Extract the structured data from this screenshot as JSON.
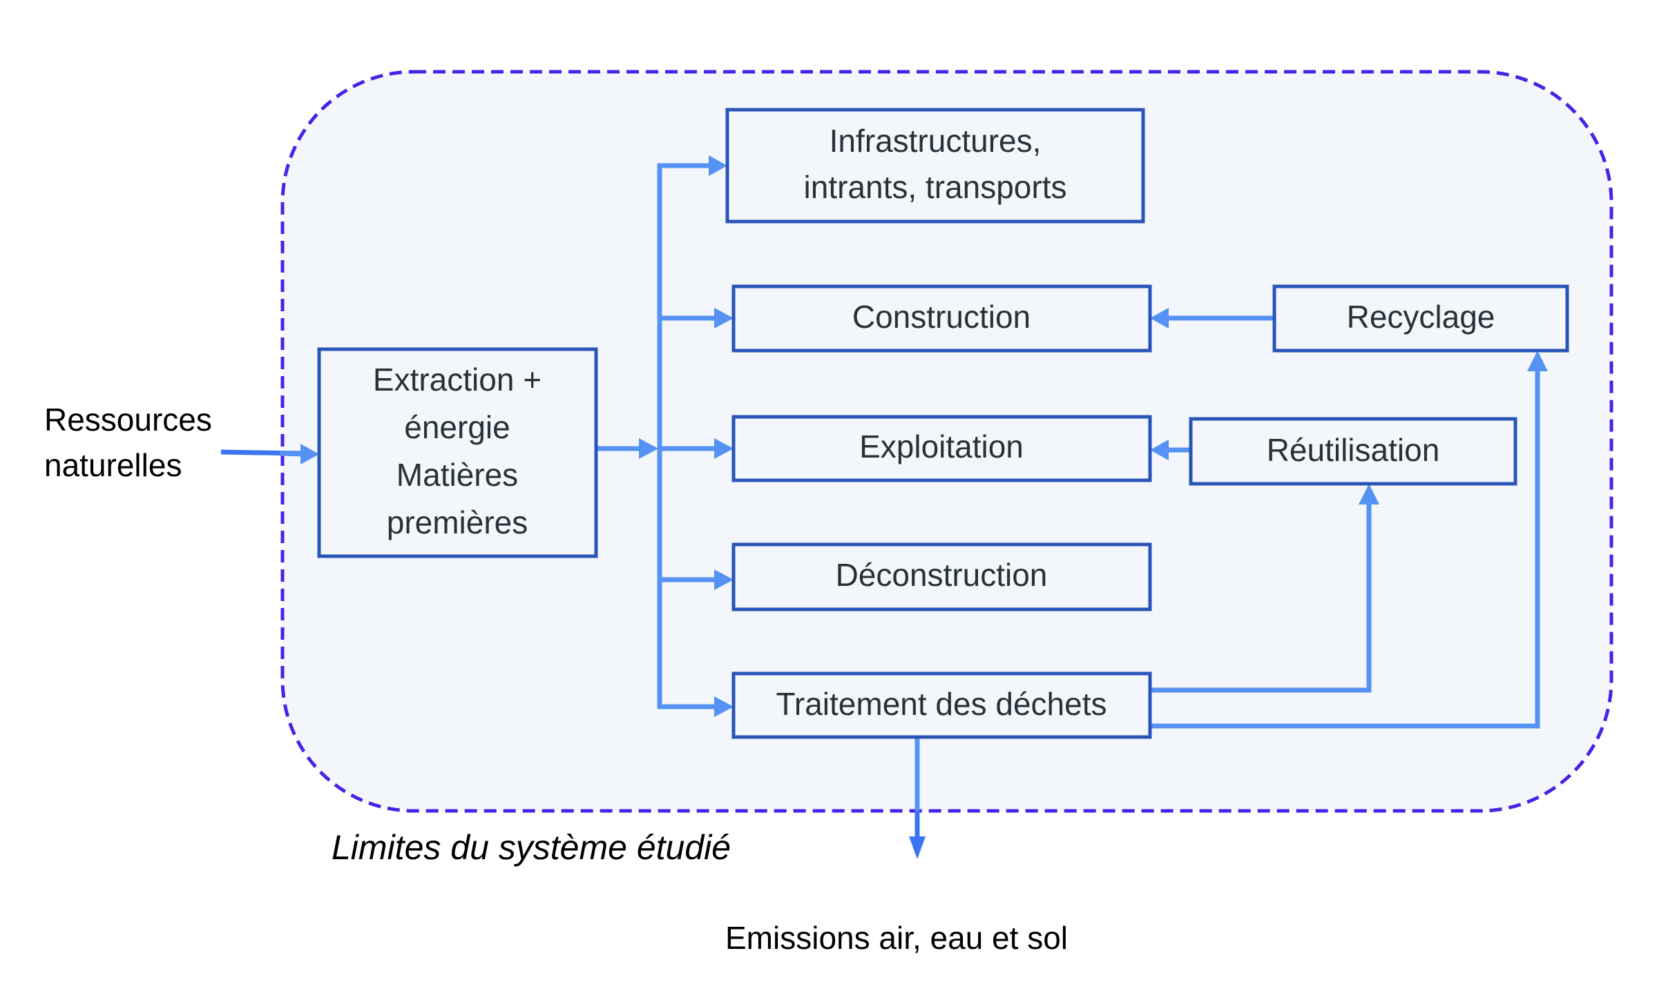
{
  "diagram": {
    "boundary_label": "Limites du système étudié",
    "input": {
      "lines": [
        "Ressources",
        "naturelles"
      ]
    },
    "output": {
      "label": "Emissions air, eau et sol"
    },
    "nodes": {
      "extraction": {
        "lines": [
          "Extraction +",
          "énergie",
          "Matières",
          "premières"
        ]
      },
      "infrastructures": {
        "lines": [
          "Infrastructures,",
          "intrants, transports"
        ]
      },
      "construction": {
        "lines": [
          "Construction"
        ]
      },
      "exploitation": {
        "lines": [
          "Exploitation"
        ]
      },
      "deconstruction": {
        "lines": [
          "Déconstruction"
        ]
      },
      "traitement": {
        "lines": [
          "Traitement des déchets"
        ]
      },
      "recyclage": {
        "lines": [
          "Recyclage"
        ]
      },
      "reutilisation": {
        "lines": [
          "Réutilisation"
        ]
      }
    },
    "edges": [
      {
        "from": "ressources-naturelles",
        "to": "extraction"
      },
      {
        "from": "extraction",
        "to": "infrastructures"
      },
      {
        "from": "extraction",
        "to": "construction"
      },
      {
        "from": "extraction",
        "to": "exploitation"
      },
      {
        "from": "extraction",
        "to": "deconstruction"
      },
      {
        "from": "extraction",
        "to": "traitement"
      },
      {
        "from": "recyclage",
        "to": "construction"
      },
      {
        "from": "reutilisation",
        "to": "exploitation"
      },
      {
        "from": "traitement",
        "to": "reutilisation"
      },
      {
        "from": "traitement",
        "to": "recyclage"
      },
      {
        "from": "traitement",
        "to": "emissions"
      }
    ],
    "colors": {
      "boundary": "#4a22e6",
      "box_border": "#2a55b8",
      "arrow": "#5592f3",
      "background": "#f3f7fb",
      "text": "#263238"
    }
  }
}
